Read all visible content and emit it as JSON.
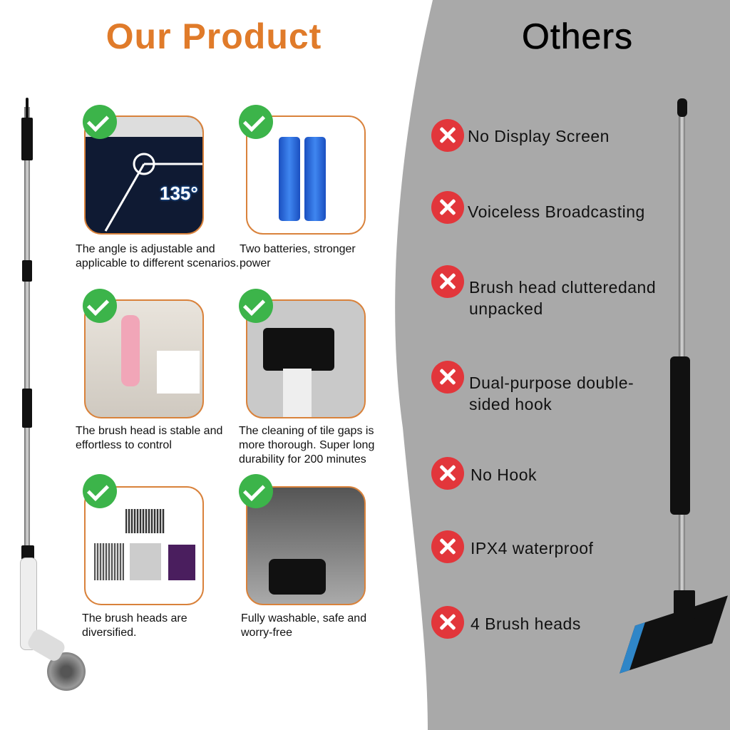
{
  "headers": {
    "ours": "Our Product",
    "others": "Others"
  },
  "colors": {
    "ours_title": "#e07b2a",
    "check": "#3cb44a",
    "cross": "#e2363b",
    "card_border": "#d9823b",
    "others_bg": "#a9a9a9"
  },
  "ours": [
    {
      "icon": "check-icon",
      "caption": "The angle is adjustable and applicable to different scenarios.",
      "image_text": "135°"
    },
    {
      "icon": "check-icon",
      "caption": "Two batteries, stronger power"
    },
    {
      "icon": "check-icon",
      "caption": "The brush head is stable and effortless to control"
    },
    {
      "icon": "check-icon",
      "caption": "The cleaning of tile gaps is more thorough. Super long durability for 200 minutes"
    },
    {
      "icon": "check-icon",
      "caption": "The brush heads are diversified."
    },
    {
      "icon": "check-icon",
      "caption": "Fully washable, safe and worry-free"
    }
  ],
  "others": [
    {
      "icon": "cross-icon",
      "text": "No Display Screen"
    },
    {
      "icon": "cross-icon",
      "text": "Voiceless Broadcasting"
    },
    {
      "icon": "cross-icon",
      "text": "Brush head clutteredand unpacked"
    },
    {
      "icon": "cross-icon",
      "text": "Dual-purpose double-sided hook"
    },
    {
      "icon": "cross-icon",
      "text": "No Hook"
    },
    {
      "icon": "cross-icon",
      "text": "IPX4 waterproof"
    },
    {
      "icon": "cross-icon",
      "text": "4 Brush heads"
    }
  ]
}
